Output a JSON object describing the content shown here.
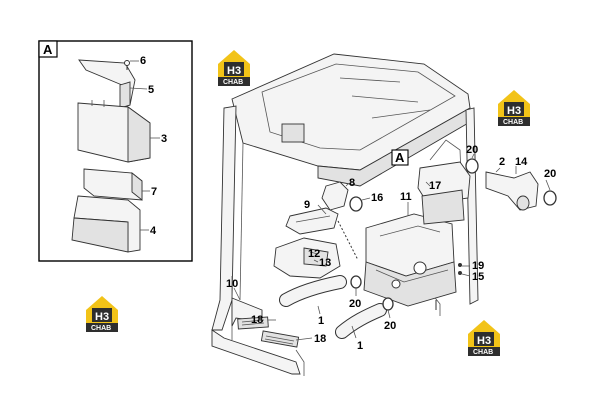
{
  "detail_view": {
    "label": "A"
  },
  "cab_view": {
    "label": "A"
  },
  "watermark": {
    "text": "H3",
    "subtext": "CHAB",
    "colors": {
      "yellow": "#f2c318",
      "dark": "#2e2e2e",
      "white": "#ffffff"
    }
  },
  "callouts": {
    "p6": "6",
    "p5": "5",
    "p3": "3",
    "p7": "7",
    "p4": "4",
    "p8": "8",
    "p9": "9",
    "p16": "16",
    "p11": "11",
    "p12": "12",
    "p13": "13",
    "p17": "17",
    "p20a": "20",
    "p2": "2",
    "p14": "14",
    "p20b": "20",
    "p19": "19",
    "p15": "15",
    "p10": "10",
    "p18a": "18",
    "p18b": "18",
    "p1a": "1",
    "p1b": "1",
    "p20c": "20",
    "p20d": "20"
  }
}
